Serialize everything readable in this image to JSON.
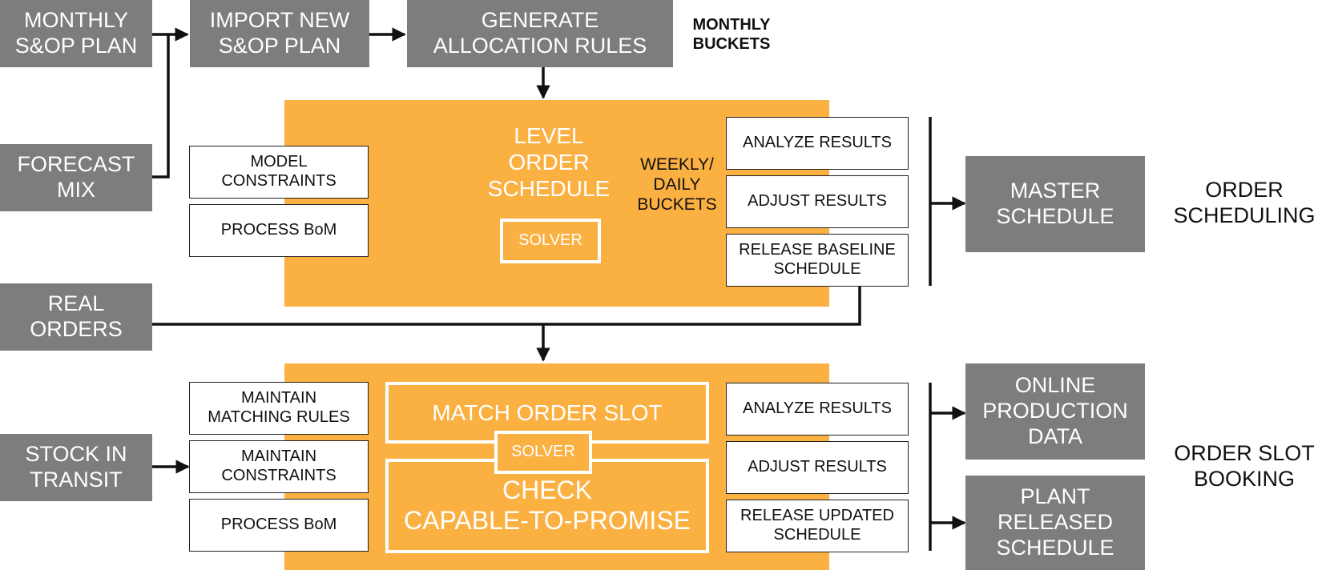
{
  "inputs": {
    "monthly_sop_plan": "MONTHLY\nS&OP PLAN",
    "forecast_mix": "FORECAST\nMIX",
    "real_orders": "REAL\nORDERS",
    "stock_in_transit": "STOCK IN\nTRANSIT"
  },
  "top_flow": {
    "import_plan": "IMPORT NEW\nS&OP PLAN",
    "generate_rules": "GENERATE\nALLOCATION RULES",
    "monthly_buckets": "MONTHLY\nBUCKETS"
  },
  "scheduling": {
    "title": "LEVEL\nORDER\nSCHEDULE",
    "solver": "SOLVER",
    "model_constraints": "MODEL\nCONSTRAINTS",
    "process_bom": "PROCESS BoM",
    "buckets_label": "WEEKLY/\nDAILY\nBUCKETS",
    "analyze": "ANALYZE RESULTS",
    "adjust": "ADJUST RESULTS",
    "release_baseline": "RELEASE BASELINE\nSCHEDULE",
    "output": "MASTER\nSCHEDULE",
    "section_label": "ORDER\nSCHEDULING"
  },
  "booking": {
    "match_slot": "MATCH ORDER SLOT",
    "solver": "SOLVER",
    "check_ctp": "CHECK\nCAPABLE-TO-PROMISE",
    "maintain_rules": "MAINTAIN\nMATCHING RULES",
    "maintain_constraints": "MAINTAIN\nCONSTRAINTS",
    "process_bom": "PROCESS BoM",
    "analyze": "ANALYZE RESULTS",
    "adjust": "ADJUST RESULTS",
    "release_updated": "RELEASE UPDATED\nSCHEDULE",
    "output_online": "ONLINE\nPRODUCTION\nDATA",
    "output_plant": "PLANT\nRELEASED\nSCHEDULE",
    "section_label": "ORDER SLOT\nBOOKING"
  },
  "colors": {
    "gray_box": "#7d7d7d",
    "orange_panel": "#fbb042",
    "connector": "#111111"
  }
}
